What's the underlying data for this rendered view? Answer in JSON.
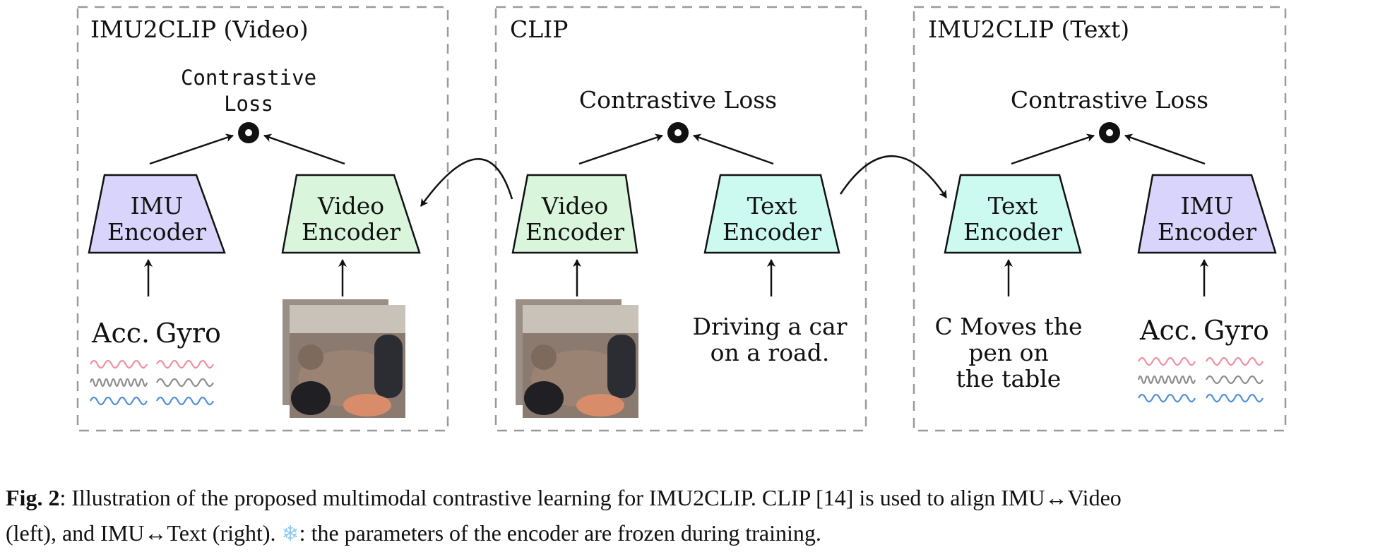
{
  "panels": {
    "left": {
      "title": "IMU2CLIP (Video)",
      "loss": [
        "Contrastive",
        "Loss"
      ],
      "enc1": [
        "IMU",
        "Encoder"
      ],
      "enc2": [
        "Video",
        "Encoder"
      ],
      "signals": {
        "acc": "Acc.",
        "gyro": "Gyro"
      }
    },
    "middle": {
      "title": "CLIP",
      "loss": "Contrastive Loss",
      "enc1": [
        "Video",
        "Encoder"
      ],
      "enc2": [
        "Text",
        "Encoder"
      ],
      "text_input": [
        "Driving a car",
        "on a road."
      ]
    },
    "right": {
      "title": "IMU2CLIP (Text)",
      "loss": "Contrastive Loss",
      "enc1": [
        "Text",
        "Encoder"
      ],
      "enc2": [
        "IMU",
        "Encoder"
      ],
      "text_input": [
        "C Moves the",
        "pen on",
        "the table"
      ],
      "signals": {
        "acc": "Acc.",
        "gyro": "Gyro"
      }
    }
  },
  "colors": {
    "imu_encoder": "#d9d4fb",
    "video_encoder": "#d9f5dc",
    "text_encoder": "#cdfaf0",
    "signal_pink": "#ef8fa3",
    "signal_gray": "#8c8c8c",
    "signal_blue": "#4f8fd6",
    "panel_border": "#9a9a9a"
  },
  "caption": {
    "fig_label": "Fig. 2",
    "line1_rest": ": Illustration of the proposed multimodal contrastive learning for IMU2CLIP. CLIP [14] is used to align IMU↔Video",
    "line2_a": "(left), and IMU↔Text (right).",
    "snowflake_icon": "snowflake-icon",
    "line2_b": ": the parameters of the encoder are frozen during training."
  }
}
